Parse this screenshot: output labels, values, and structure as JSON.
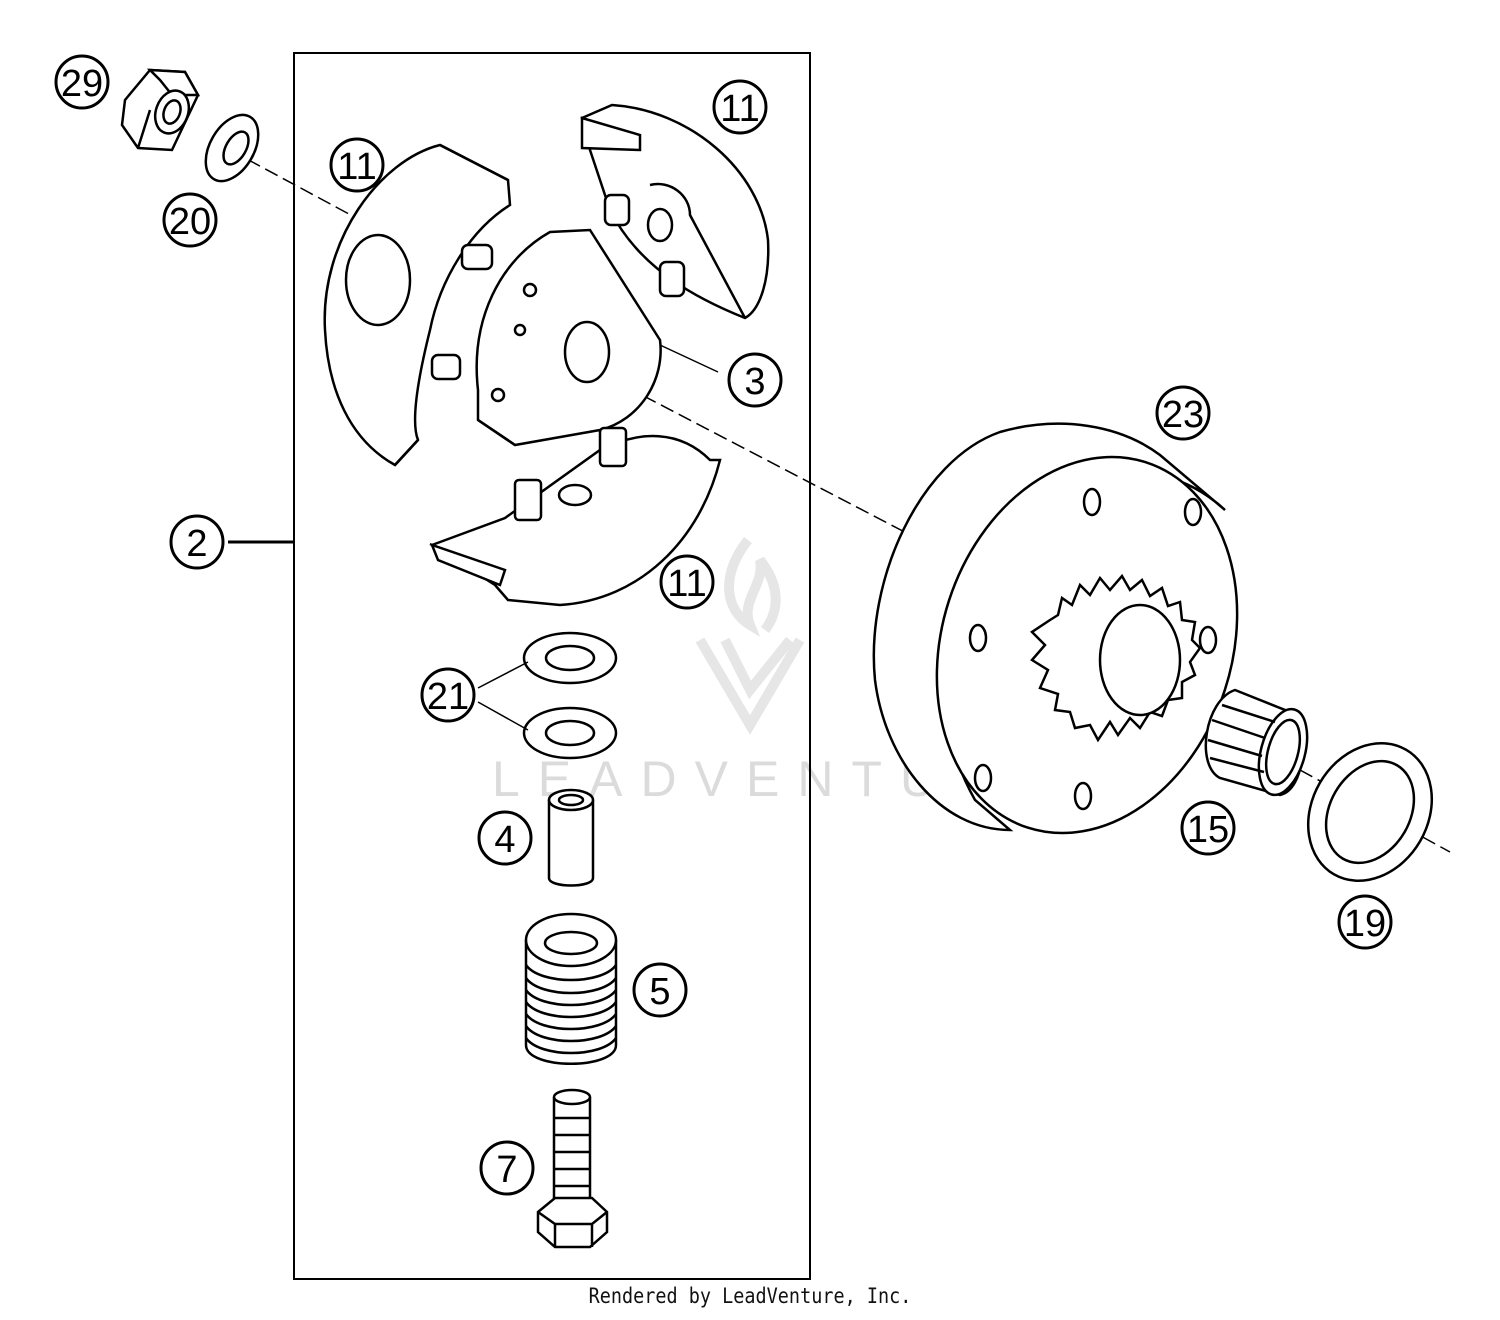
{
  "watermark": {
    "brand": "LEADVENTURE"
  },
  "callouts": {
    "c29": "29",
    "c20": "20",
    "c11a": "11",
    "c11b": "11",
    "c11c": "11",
    "c3": "3",
    "c2": "2",
    "c21": "21",
    "c4": "4",
    "c5": "5",
    "c7": "7",
    "c23": "23",
    "c15": "15",
    "c19": "19"
  },
  "footer": {
    "text": "Rendered by LeadVenture, Inc."
  }
}
